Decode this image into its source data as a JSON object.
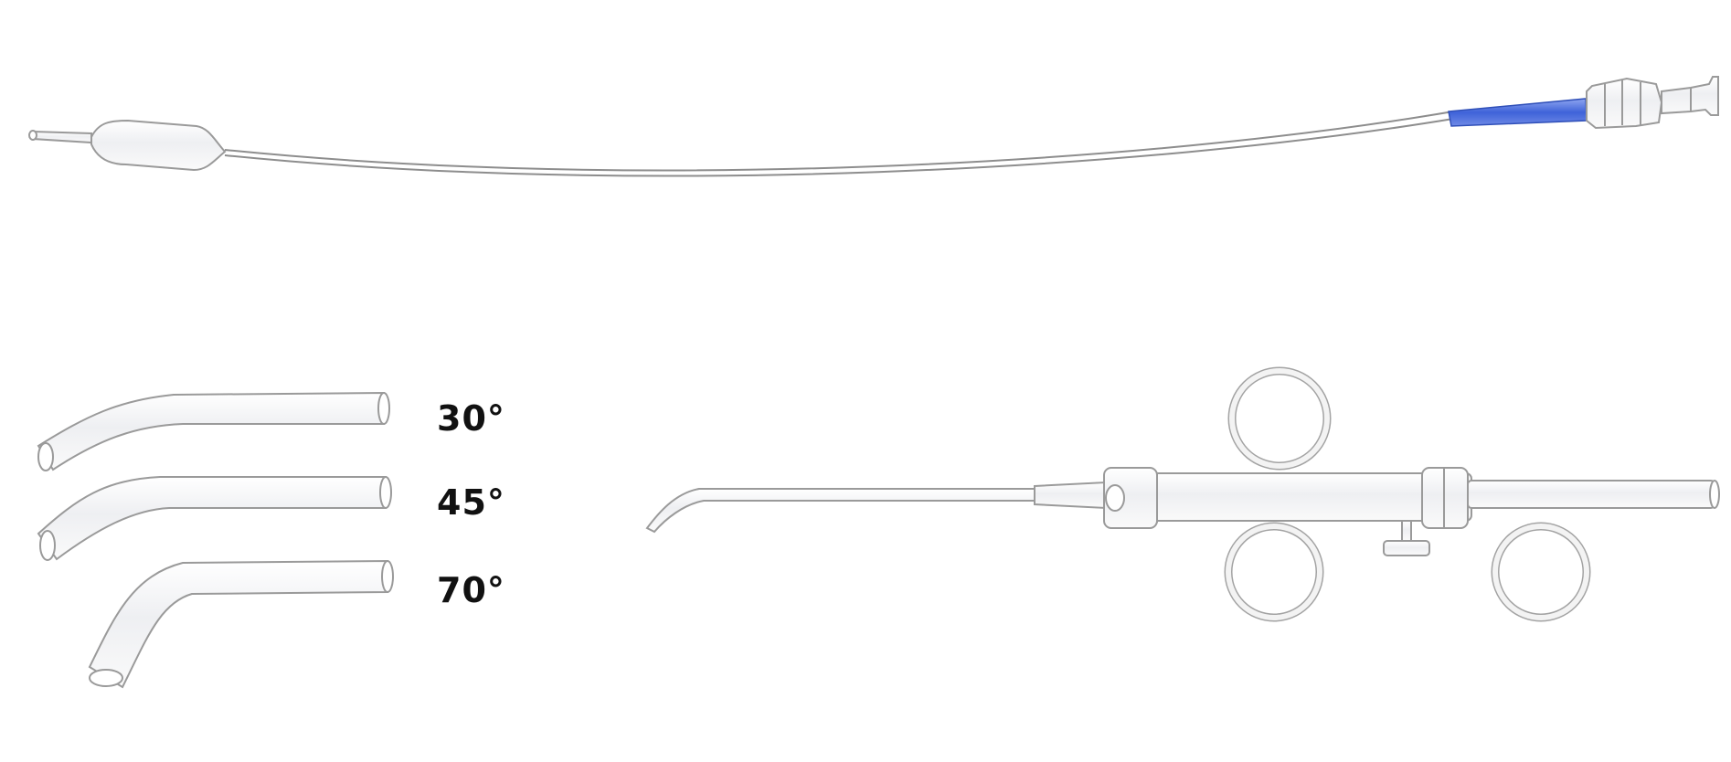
{
  "labels": {
    "angle_30": "30°",
    "angle_45": "45°",
    "angle_70": "70°"
  },
  "colors": {
    "background": "#ffffff",
    "outline": "#9a9a9a",
    "tube_fill": "#f4f4f6",
    "accent_blue": "#3f63d9",
    "label_text": "#111111"
  },
  "icons": {
    "balloon_catheter": "balloon-catheter-icon",
    "bent_tip": "bent-cannula-tip-icon",
    "syringe": "ring-handle-syringe-icon"
  }
}
